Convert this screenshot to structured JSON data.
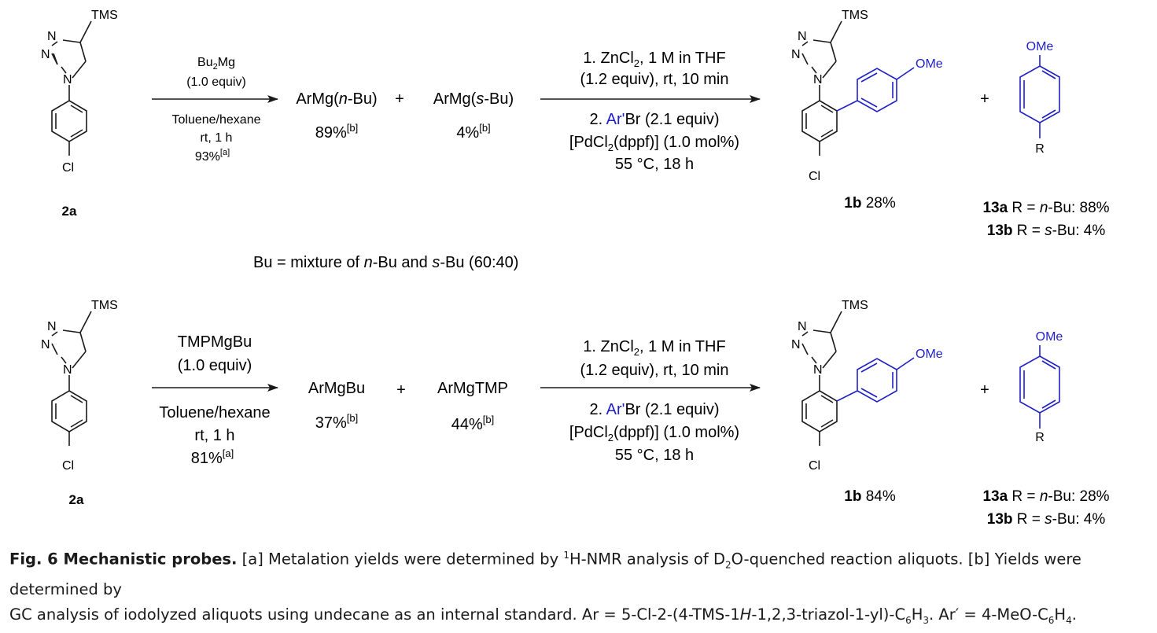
{
  "colors": {
    "text": "#1a1a1a",
    "bond": "#1a1a1a",
    "highlight": "#1f1fc9"
  },
  "molecule_labels": {
    "tms": "TMS",
    "n": "N",
    "cl": "Cl",
    "ome": "OMe",
    "r": "R"
  },
  "row1": {
    "start_label": "2a",
    "reagent1": {
      "above": [
        "Bu",
        "2",
        "Mg"
      ],
      "above2": "(1.0 equiv)",
      "below1": "Toluene/hexane",
      "below2": "rt, 1 h",
      "yield": "93%",
      "yield_note": "[a]"
    },
    "intermediates": [
      {
        "pre": "ArMg(",
        "ital": "n",
        "post": "-Bu)",
        "yield": "89%",
        "note": "[b]"
      },
      {
        "pre": "ArMg(",
        "ital": "s",
        "post": "-Bu)",
        "yield": "4%",
        "note": "[b]"
      }
    ],
    "plus": "+",
    "reagent2": {
      "l1": [
        "1. ZnCl",
        "2",
        ", 1 M in THF"
      ],
      "l2": "(1.2 equiv), rt, 10 min",
      "l3": [
        "2. ",
        "Ar'",
        "Br (2.1 equiv)"
      ],
      "l4": [
        "[PdCl",
        "2",
        "(dppf)] (1.0 mol%)"
      ],
      "l5": "55 °C, 18 h"
    },
    "product": {
      "id": "1b",
      "yield": " 28%"
    },
    "side": [
      {
        "id": "13a",
        "pre": " R = ",
        "ital": "n",
        "post": "-Bu: 88%"
      },
      {
        "id": "13b",
        "pre": " R = ",
        "ital": "s",
        "post": "-Bu: 4%"
      }
    ]
  },
  "bu_note": {
    "pre": "Bu = mixture of ",
    "i1": "n",
    "mid": "-Bu and ",
    "i2": "s",
    "post": "-Bu (60:40)"
  },
  "row2": {
    "start_label": "2a",
    "reagent1": {
      "above": "TMPMgBu",
      "above2": "(1.0 equiv)",
      "below1": "Toluene/hexane",
      "below2": "rt, 1 h",
      "yield": "81%",
      "yield_note": "[a]"
    },
    "intermediates": [
      {
        "label": "ArMgBu",
        "yield": "37%",
        "note": "[b]"
      },
      {
        "label": "ArMgTMP",
        "yield": "44%",
        "note": "[b]"
      }
    ],
    "plus": "+",
    "reagent2": {
      "l1": [
        "1. ZnCl",
        "2",
        ", 1 M in THF"
      ],
      "l2": "(1.2 equiv), rt, 10 min",
      "l3": [
        "2. ",
        "Ar'",
        "Br (2.1 equiv)"
      ],
      "l4": [
        "[PdCl",
        "2",
        "(dppf)] (1.0 mol%)"
      ],
      "l5": "55 °C, 18 h"
    },
    "product": {
      "id": "1b",
      "yield": " 84%"
    },
    "side": [
      {
        "id": "13a",
        "pre": " R = ",
        "ital": "n",
        "post": "-Bu: 28%"
      },
      {
        "id": "13b",
        "pre": " R = ",
        "ital": "s",
        "post": "-Bu: 4%"
      }
    ]
  },
  "caption": {
    "bold": "Fig. 6 Mechanistic probes.",
    "line1": [
      " [a] Metalation yields were determined by ",
      "1",
      "H-NMR analysis of D",
      "2",
      "O-quenched reaction aliquots. [b] Yields were determined by"
    ],
    "line2": [
      "GC analysis of iodolyzed aliquots using undecane as an internal standard. Ar = 5-Cl-2-(4-TMS-1",
      "H",
      "-1,2,3-triazol-1-yl)-C",
      "6",
      "H",
      "3",
      ". Ar′ = 4-MeO-C",
      "6",
      "H",
      "4",
      "."
    ]
  }
}
